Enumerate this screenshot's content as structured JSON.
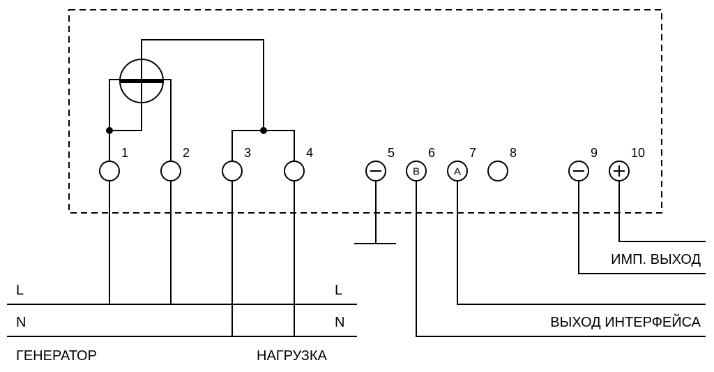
{
  "terminals": [
    {
      "number": "1",
      "symbol": ""
    },
    {
      "number": "2",
      "symbol": ""
    },
    {
      "number": "3",
      "symbol": ""
    },
    {
      "number": "4",
      "symbol": ""
    },
    {
      "number": "5",
      "symbol": "minus"
    },
    {
      "number": "6",
      "symbol": "B"
    },
    {
      "number": "7",
      "symbol": "A"
    },
    {
      "number": "8",
      "symbol": ""
    },
    {
      "number": "9",
      "symbol": "minus"
    },
    {
      "number": "10",
      "symbol": "plus"
    }
  ],
  "labels": {
    "l_left": "L",
    "n_left": "N",
    "l_right": "L",
    "n_right": "N",
    "generator": "ГЕНЕРАТОР",
    "load": "НАГРУЗКА",
    "pulse_output": "ИМП. ВЫХОД",
    "interface_output": "ВЫХОД ИНТЕРФЕЙСА"
  }
}
